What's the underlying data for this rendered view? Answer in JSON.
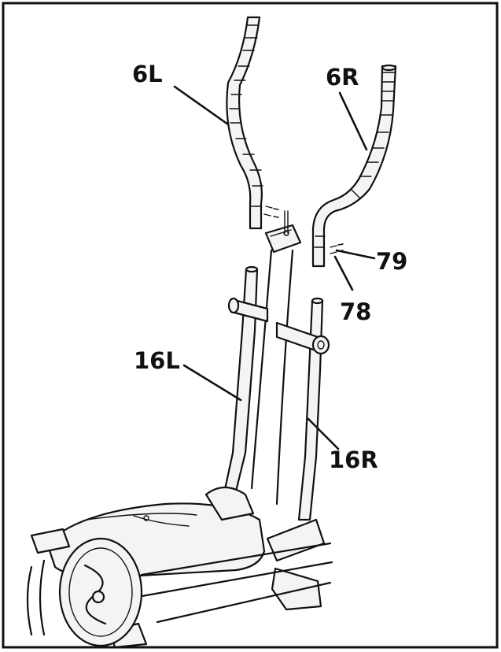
{
  "diagram": {
    "labels": {
      "handlebar_left": "6L",
      "handlebar_right": "6R",
      "bolt": "79",
      "washer": "78",
      "lower_arm_left": "16L",
      "lower_arm_right": "16R"
    },
    "colors": {
      "line": "#111111",
      "fill": "#f4f4f4",
      "frame": "#111111",
      "background": "#ffffff"
    }
  }
}
